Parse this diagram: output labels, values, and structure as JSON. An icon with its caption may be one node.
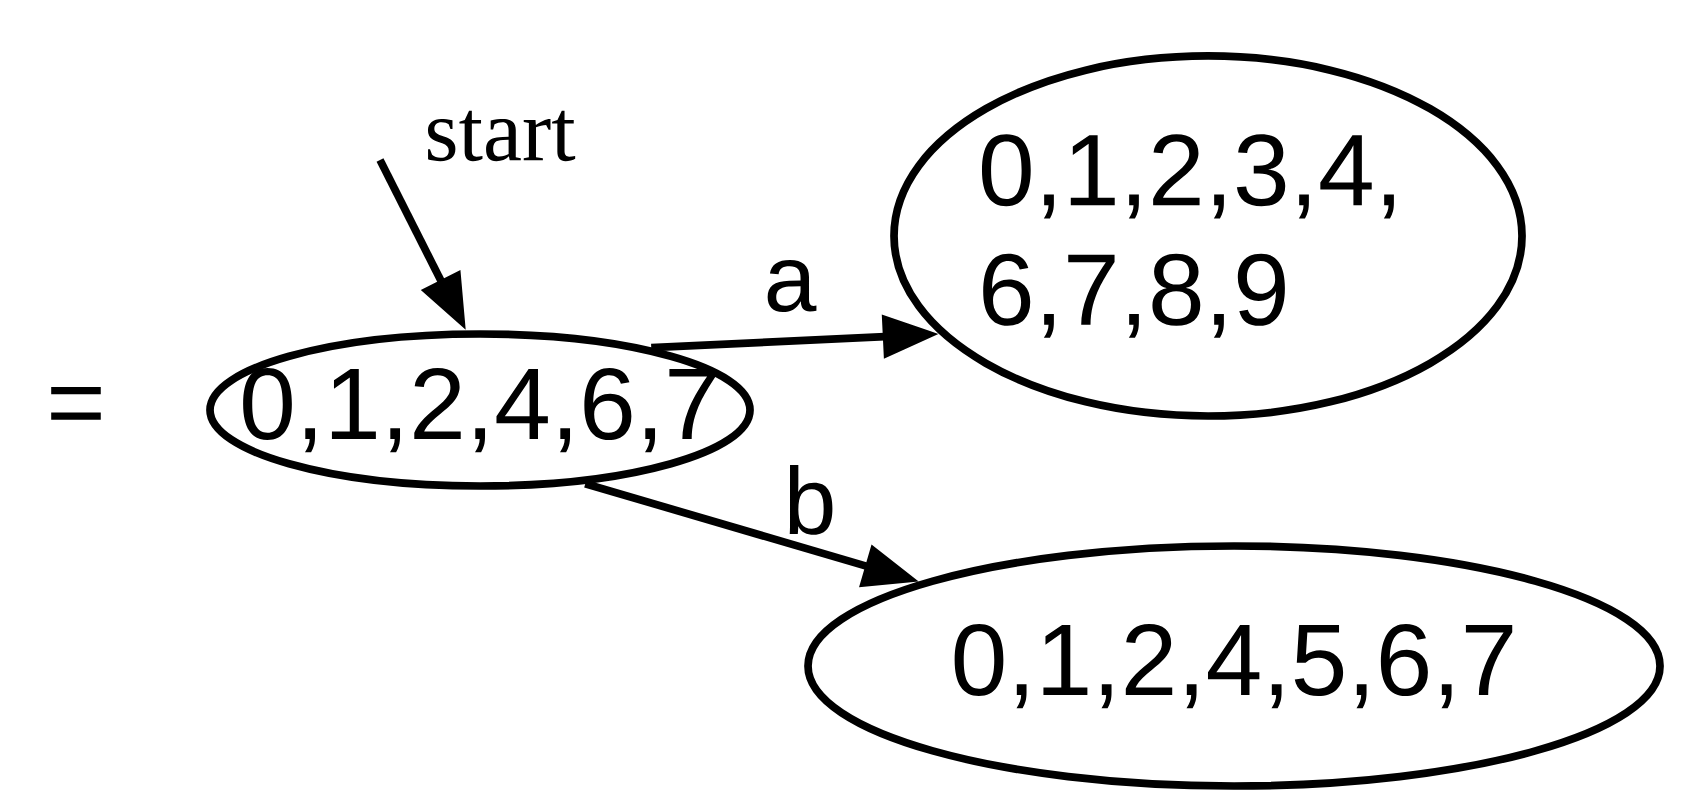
{
  "diagram": {
    "nodes": [
      {
        "text": [
          "0,1,2,4,6,7"
        ]
      },
      {
        "text": [
          "0,1,2,3,4, 6,7,8,9"
        ]
      },
      {
        "text": [
          "0,1,2,4,5,6,7"
        ]
      }
    ],
    "edges": [
      {
        "from": null,
        "to": 0,
        "arrow": "to",
        "label": "start"
      },
      {
        "from": 0,
        "to": 1,
        "arrow": "to",
        "label": "a"
      },
      {
        "from": 0,
        "to": 2,
        "arrow": "to",
        "label": "b"
      }
    ],
    "labels": [
      "="
    ]
  }
}
